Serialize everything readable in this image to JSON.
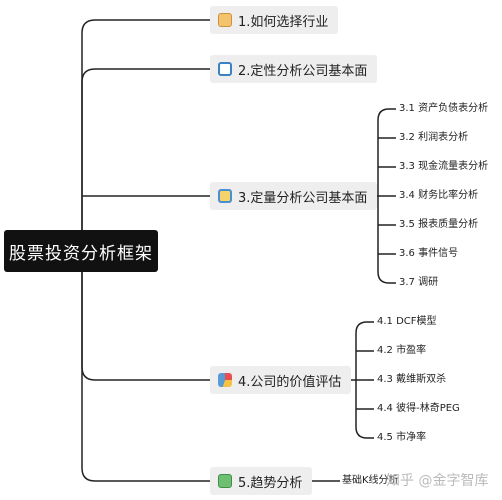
{
  "root": {
    "label": "股票投资分析框架"
  },
  "branches": [
    {
      "label": "1.如何选择行业",
      "icon": "book-icon"
    },
    {
      "label": "2.定性分析公司基本面",
      "icon": "target-icon"
    },
    {
      "label": "3.定量分析公司基本面",
      "icon": "cycle-icon",
      "children": [
        "3.1 资产负债表分析",
        "3.2 利润表分析",
        "3.3 现金流量表分析",
        "3.4 财务比率分析",
        "3.5 报表质量分析",
        "3.6 事件信号",
        "3.7 调研"
      ]
    },
    {
      "label": "4.公司的价值评估",
      "icon": "pie-chart-icon",
      "children": [
        "4.1 DCF模型",
        "4.2 市盈率",
        "4.3 戴维斯双杀",
        "4.4 彼得-林奇PEG",
        "4.5 市净率"
      ]
    },
    {
      "label": "5.趋势分析",
      "icon": "document-icon",
      "children": [
        "基础K线分析"
      ]
    }
  ],
  "watermark": "知乎 @金字智库"
}
